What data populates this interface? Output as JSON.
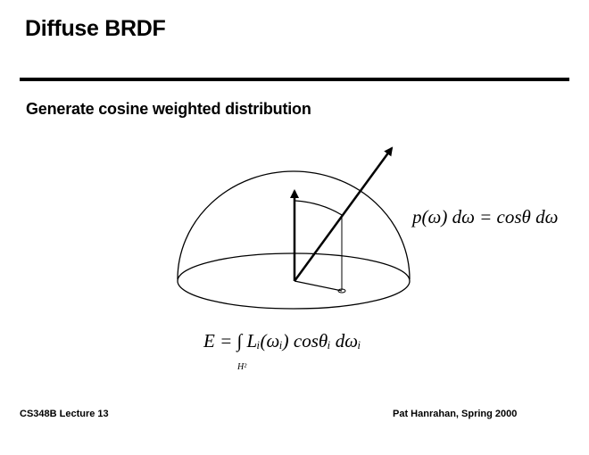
{
  "slide": {
    "title": "Diffuse BRDF",
    "subtitle": "Generate cosine weighted distribution",
    "equation_pdf": "p(ω) dω = cosθ dω",
    "equation_irradiance": "E = ∫ Lᵢ(ωᵢ) cosθᵢ dωᵢ",
    "integral_domain": "H²",
    "footer_left": "CS348B Lecture 13",
    "footer_right": "Pat Hanrahan, Spring 2000"
  }
}
